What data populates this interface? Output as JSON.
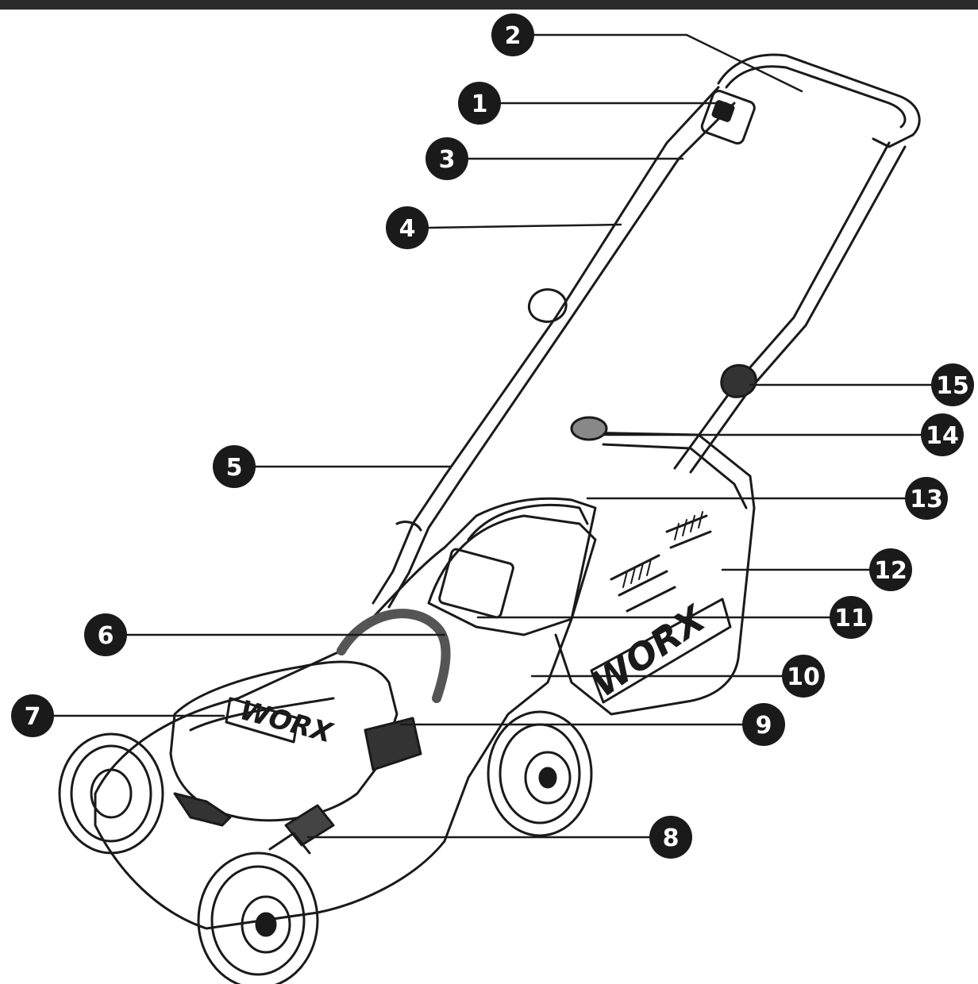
{
  "diagram": {
    "brand_logo": "WORX",
    "colors": {
      "line": "#1a1a1a",
      "callout_bg": "#1a1a1a",
      "callout_text": "#ffffff",
      "top_bar": "#2a2a2a"
    },
    "callouts": [
      {
        "id": "c1",
        "label": "1"
      },
      {
        "id": "c2",
        "label": "2"
      },
      {
        "id": "c3",
        "label": "3"
      },
      {
        "id": "c4",
        "label": "4"
      },
      {
        "id": "c5",
        "label": "5"
      },
      {
        "id": "c6",
        "label": "6"
      },
      {
        "id": "c7",
        "label": "7"
      },
      {
        "id": "c8",
        "label": "8"
      },
      {
        "id": "c9",
        "label": "9"
      },
      {
        "id": "c10",
        "label": "10"
      },
      {
        "id": "c11",
        "label": "11"
      },
      {
        "id": "c12",
        "label": "12"
      },
      {
        "id": "c13",
        "label": "13"
      },
      {
        "id": "c14",
        "label": "14"
      },
      {
        "id": "c15",
        "label": "15"
      }
    ]
  }
}
